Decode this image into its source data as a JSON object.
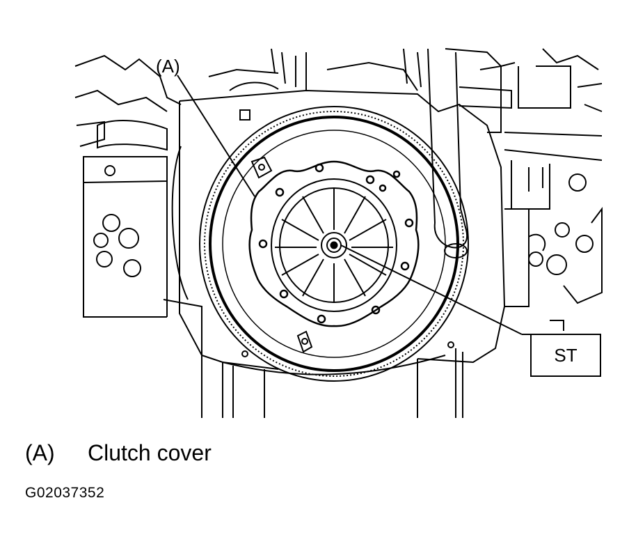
{
  "callouts": {
    "a": "(A)",
    "st": "ST"
  },
  "legend": {
    "letter": "(A)",
    "text": "Clutch cover"
  },
  "figure_id": "G02037352"
}
